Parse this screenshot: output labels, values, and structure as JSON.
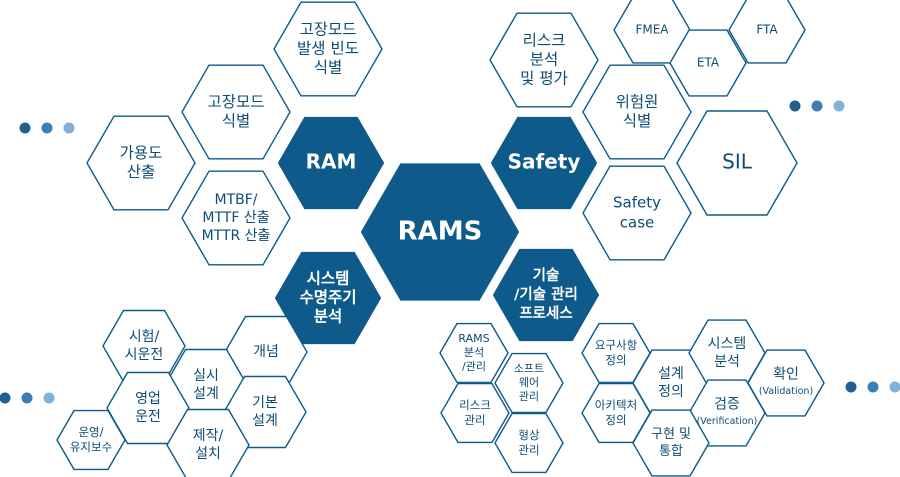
{
  "diagram": {
    "center": {
      "label": "RAMS"
    },
    "quadrants": {
      "ram": {
        "label": "RAM",
        "items": [
          {
            "lines": [
              "고장모드",
              "발생 빈도",
              "식별"
            ]
          },
          {
            "lines": [
              "고장모드",
              "식별"
            ]
          },
          {
            "lines": [
              "가용도",
              "산출"
            ]
          },
          {
            "lines": [
              "MTBF/",
              "MTTF 산출",
              "MTTR 산출"
            ]
          }
        ]
      },
      "safety": {
        "label": "Safety",
        "items": [
          {
            "lines": [
              "리스크",
              "분석",
              "및 평가"
            ]
          },
          {
            "lines": [
              "FMEA"
            ]
          },
          {
            "lines": [
              "FTA"
            ]
          },
          {
            "lines": [
              "ETA"
            ]
          },
          {
            "lines": [
              "위험원",
              "식별"
            ]
          },
          {
            "lines": [
              "SIL"
            ]
          },
          {
            "lines": [
              "Safety",
              "case"
            ]
          }
        ]
      },
      "lifecycle": {
        "label_lines": [
          "시스템",
          "수명주기",
          "분석"
        ],
        "items": [
          {
            "lines": [
              "시험/",
              "시운전"
            ]
          },
          {
            "lines": [
              "개념"
            ]
          },
          {
            "lines": [
              "실시",
              "설계"
            ]
          },
          {
            "lines": [
              "영업",
              "운전"
            ]
          },
          {
            "lines": [
              "기본",
              "설계"
            ]
          },
          {
            "lines": [
              "운영/",
              "유지보수"
            ]
          },
          {
            "lines": [
              "제작/",
              "설치"
            ]
          }
        ]
      },
      "process": {
        "label_lines": [
          "기술",
          "/기술 관리",
          "프로세스"
        ],
        "items": [
          {
            "lines": [
              "RAMS",
              "분석",
              "/관리"
            ]
          },
          {
            "lines": [
              "소프트",
              "웨어",
              "관리"
            ]
          },
          {
            "lines": [
              "리스크",
              "관리"
            ]
          },
          {
            "lines": [
              "형상",
              "관리"
            ]
          },
          {
            "lines": [
              "요구사항",
              "정의"
            ]
          },
          {
            "lines": [
              "설계",
              "정의"
            ]
          },
          {
            "lines": [
              "시스템",
              "분석"
            ]
          },
          {
            "lines": [
              "아키텍처",
              "정의"
            ]
          },
          {
            "lines": [
              "검증",
              "(Verification)"
            ]
          },
          {
            "lines": [
              "확인",
              "(Validation)"
            ]
          },
          {
            "lines": [
              "구현 및",
              "통합"
            ]
          }
        ]
      }
    },
    "colors": {
      "primary": "#0e5a8a",
      "text": "#0e4c74",
      "dots": [
        "#1f5f92",
        "#3d7fb4",
        "#7eb2d9"
      ]
    }
  }
}
